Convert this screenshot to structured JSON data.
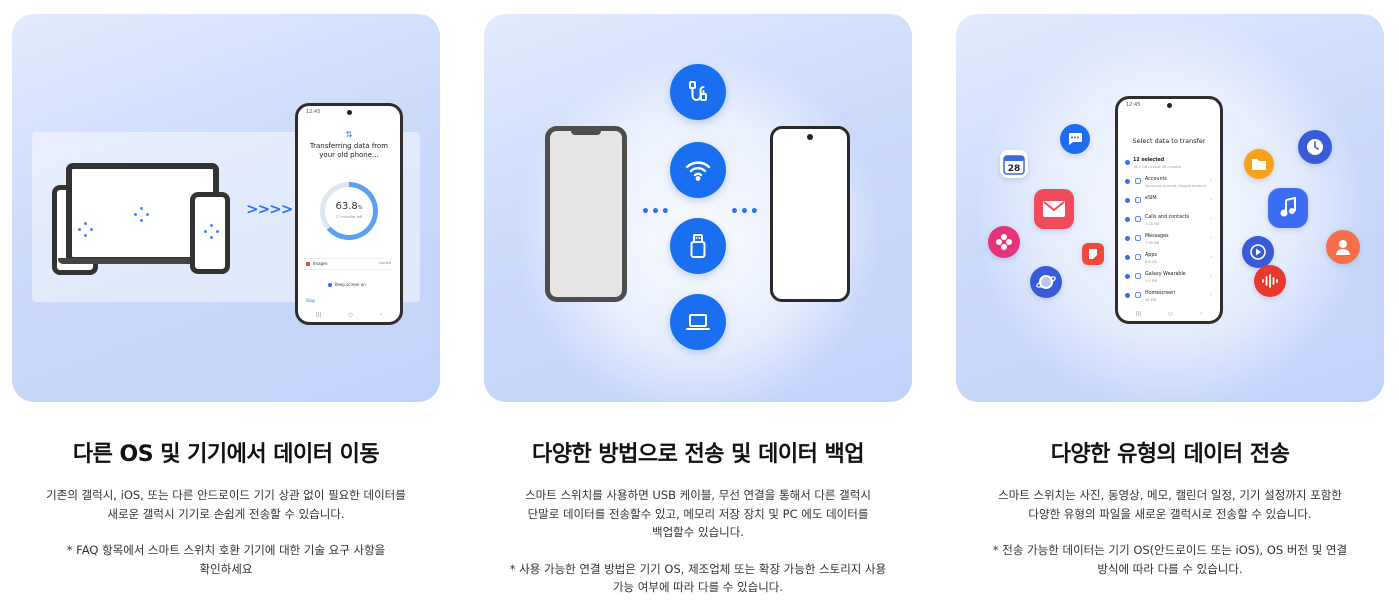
{
  "cards": [
    {
      "title": "다른 OS 및 기기에서 데이터 이동",
      "desc": [
        "기존의 갤럭시, iOS, 또는 다른 안드로이드 기기 상관 없이 필요한 데이터를",
        "새로운 갤럭시 기기로 손쉽게 전송할 수 있습니다.",
        "",
        "* FAQ 항목에서 스마트 스위치 호환 기기에 대한 기술 요구 사항을",
        "확인하세요"
      ],
      "illustration": {
        "time": "12:45",
        "transfer_title": "Transferring data from your old phone...",
        "progress_value": "63.8",
        "progress_unit": "%",
        "progress_sub": "17 minutes left",
        "row_label": "Images",
        "row_status": "Copied",
        "keep_screen": "Keep screen on",
        "stop": "Stop",
        "arrows": ">>>>"
      }
    },
    {
      "title": "다양한 방법으로 전송 및 데이터 백업",
      "desc": [
        "스마트 스위치를 사용하면 USB 케이블, 무선 연결을 통해서 다른 갤럭시",
        "단말로 데이터를 전송할수 있고, 메모리 저장 장치 및 PC 에도 데이터를",
        "백업할수 있습니다.",
        "",
        "* 사용 가능한 연결 방법은 기기 OS, 제조업체 또는 확장 가능한 스토리지 사용",
        "가능 여부에 따라 다를 수 있습니다."
      ],
      "methods": [
        "cable-icon",
        "wifi-icon",
        "usb-drive-icon",
        "laptop-icon"
      ],
      "ellipsis": "•••"
    },
    {
      "title": "다양한 유형의 데이터 전송",
      "desc": [
        "스마트 스위치는 사진, 동영상, 메모, 캘린더 일정, 기기 설정까지 포함한",
        "다양한 유형의 파일을 새로운 갤럭시로 전송할 수 있습니다.",
        "",
        "* 전송 가능한 데이터는 기기 OS(안드로이드 또는 iOS), OS 버전 및 연결",
        "방식에 따라 다를 수 있습니다."
      ],
      "illustration": {
        "time": "12:45",
        "select_title": "Select data to transfer",
        "items": [
          {
            "name": "12 selected",
            "sub": "18.3 GB / about 46 minutes"
          },
          {
            "name": "Accounts",
            "sub": "Samsung account, Google account"
          },
          {
            "name": "eSIM",
            "sub": ""
          },
          {
            "name": "Calls and contacts",
            "sub": "1.18 MB"
          },
          {
            "name": "Messages",
            "sub": "7.96 MB"
          },
          {
            "name": "Apps",
            "sub": "6.6 GB"
          },
          {
            "name": "Galaxy Wearable",
            "sub": "1.4 MB"
          },
          {
            "name": "Homescreen",
            "sub": "48 MB"
          }
        ],
        "calendar_day": "28"
      }
    }
  ],
  "colors": {
    "accent": "#1a6ff0",
    "card_bg": "#c8d7fb"
  }
}
